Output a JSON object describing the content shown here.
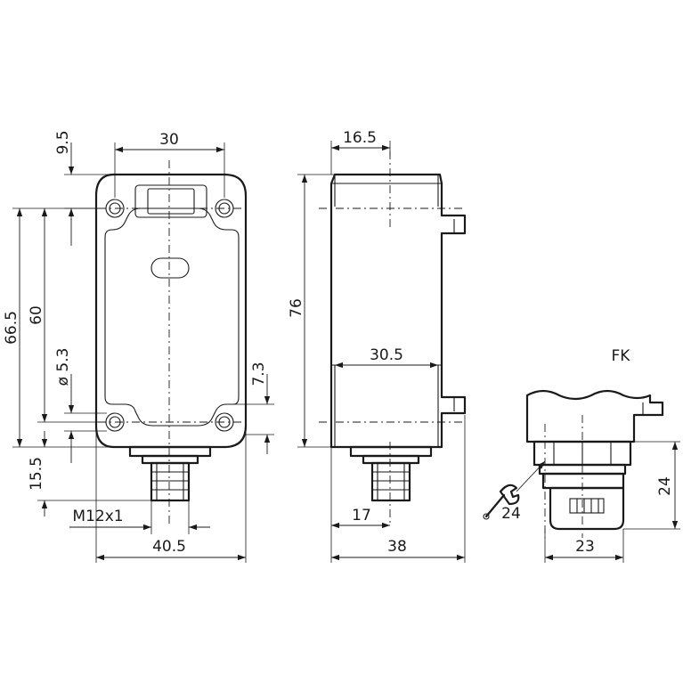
{
  "front_view": {
    "dim_top_width": "30",
    "dim_top_offset": "9.5",
    "dim_height_outer": "66.5",
    "dim_height_holes": "60",
    "dim_hole_diameter": "ø 5.3",
    "dim_hole_offset": "7.3",
    "dim_connector_height": "15.5",
    "dim_thread": "M12x1",
    "dim_width": "40.5"
  },
  "side_view": {
    "dim_top_offset": "16.5",
    "dim_height": "76",
    "dim_inner_width": "30.5",
    "dim_connector_offset": "17",
    "dim_depth": "38"
  },
  "detail_view": {
    "title": "FK",
    "dim_wrench": "24",
    "dim_height": "24",
    "dim_width": "23"
  }
}
